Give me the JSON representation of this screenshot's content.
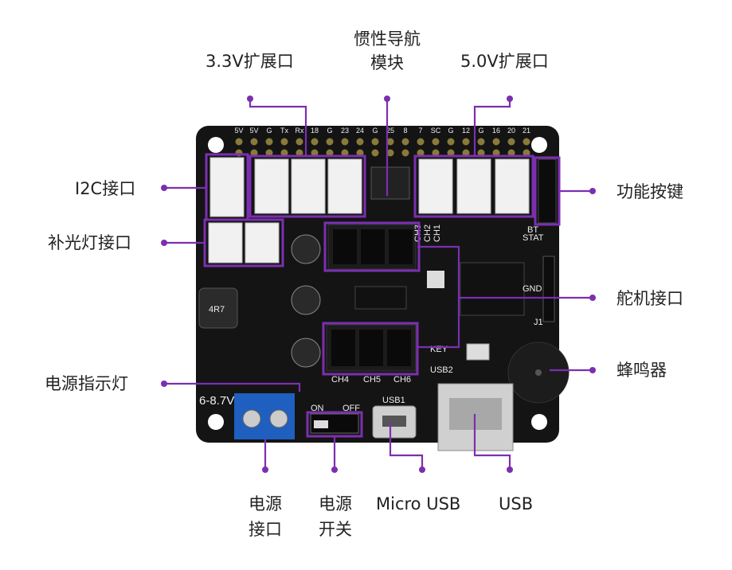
{
  "labels": {
    "ext33": "3.3V扩展口",
    "imu_line1": "惯性导航",
    "imu_line2": "模块",
    "ext50": "5.0V扩展口",
    "i2c": "I2C接口",
    "fill_light": "补光灯接口",
    "func_key": "功能按键",
    "servo": "舵机接口",
    "buzzer": "蜂鸣器",
    "power_led": "电源指示灯",
    "power_port_line1": "电源",
    "power_port_line2": "接口",
    "power_switch_line1": "电源",
    "power_switch_line2": "开关",
    "micro_usb": "Micro USB",
    "usb": "USB"
  },
  "silkscreen": {
    "voltage": "6-8.7V",
    "ch4": "CH4",
    "ch5": "CH5",
    "ch6": "CH6",
    "ch1": "CH1",
    "ch2": "CH2",
    "ch3": "CH3",
    "on": "ON",
    "off": "OFF",
    "usb1": "USB1",
    "usb2": "USB2",
    "key": "KEY",
    "j1": "J1",
    "inductor": "4R7",
    "bt": "BT",
    "stat": "STAT",
    "gnd": "GND",
    "pin_header": [
      "5V",
      "5V",
      "G",
      "Tx",
      "Rx",
      "18",
      "G",
      "23",
      "24",
      "G",
      "25",
      "8",
      "7",
      "SC",
      "G",
      "12",
      "G",
      "16",
      "20",
      "21"
    ]
  },
  "colors": {
    "accent": "#7b2fb0",
    "board": "#141414",
    "terminal": "#1f5fbf"
  }
}
